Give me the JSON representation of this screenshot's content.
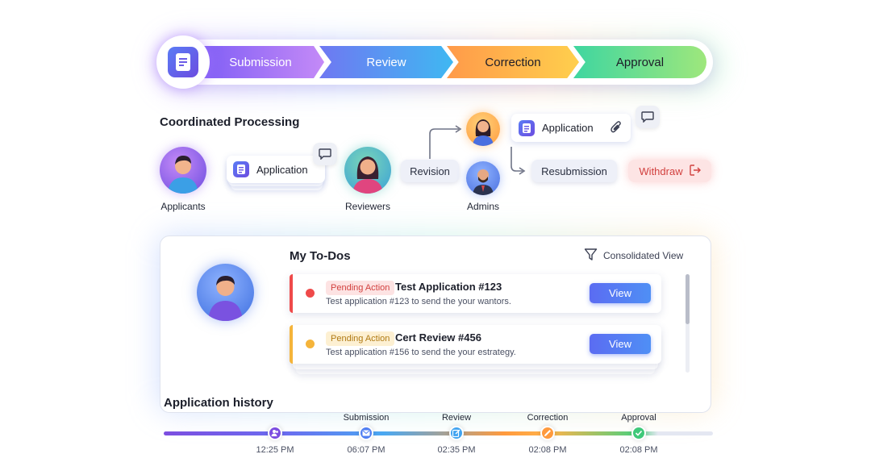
{
  "stepper": {
    "steps": [
      "Submission",
      "Review",
      "Correction",
      "Approval"
    ],
    "colors": [
      "#7c5cf5",
      "#3fb8f2",
      "#ff9a4a",
      "#3fd6a0"
    ]
  },
  "coordinated": {
    "title": "Coordinated Processing",
    "roles": {
      "applicants": "Applicants",
      "reviewers": "Reviewers",
      "admins": "Admins"
    },
    "application_card": "Application",
    "application_card_right": "Application",
    "revision": "Revision",
    "resubmission": "Resubmission",
    "withdraw": "Withdraw"
  },
  "todos": {
    "title": "My To-Dos",
    "filter_label": "Consolidated View",
    "items": [
      {
        "tag": "Pending Action",
        "title": "Test Application #123",
        "desc": "Test application #123 to send the your wantors.",
        "button": "View",
        "accent": "#ef4a4a"
      },
      {
        "tag": "Pending Action",
        "title": "Cert Review #456",
        "desc": "Test application #156 to send the your estrategy.",
        "button": "View",
        "accent": "#f5b43a"
      }
    ]
  },
  "history": {
    "title": "Application history",
    "events": [
      {
        "label": "",
        "time": "12:25 PM",
        "icon": "user-group-icon",
        "color": "#7c4ee0"
      },
      {
        "label": "Submission",
        "time": "06:07 PM",
        "icon": "envelope-icon",
        "color": "#4f7ef2"
      },
      {
        "label": "Review",
        "time": "02:35 PM",
        "icon": "edit-icon",
        "color": "#3fa3f0"
      },
      {
        "label": "Correction",
        "time": "02:08 PM",
        "icon": "pencil-icon",
        "color": "#ff9a3d"
      },
      {
        "label": "Approval",
        "time": "02:08 PM",
        "icon": "check-icon",
        "color": "#3fc97a"
      }
    ]
  }
}
